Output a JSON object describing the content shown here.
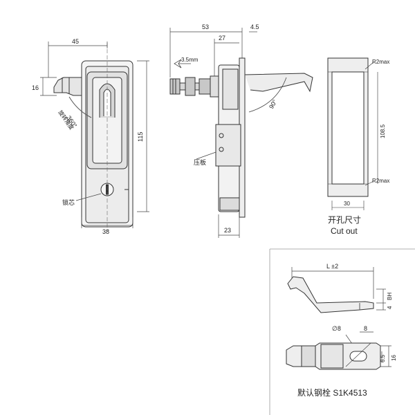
{
  "front_view": {
    "dim_width_top": "45",
    "dim_height_16": "16",
    "dim_height_115": "115",
    "dim_width_bottom": "38",
    "rotation": "360°",
    "rotation_label": "旋转角度",
    "lock_core_label": "锁芯"
  },
  "side_view": {
    "dim_53": "53",
    "dim_27": "27",
    "dim_4_5": "4.5",
    "dim_3_5mm": "3.5mm",
    "angle_90": "90°",
    "press_plate_label": "压板",
    "dim_23": "23"
  },
  "cutout": {
    "radius_label": "R2max",
    "height_label": "108.5",
    "width_label": "30",
    "title_cn": "开孔尺寸",
    "title_en": "Cut out"
  },
  "bolt_detail": {
    "length_label": "L ±2",
    "bh_label": "BH",
    "dim_4": "4",
    "dia_label": "∅8",
    "dim_8": "8",
    "dim_6_5": "6.5",
    "dim_16": "16",
    "caption": "默认钢栓 S1K4513"
  }
}
